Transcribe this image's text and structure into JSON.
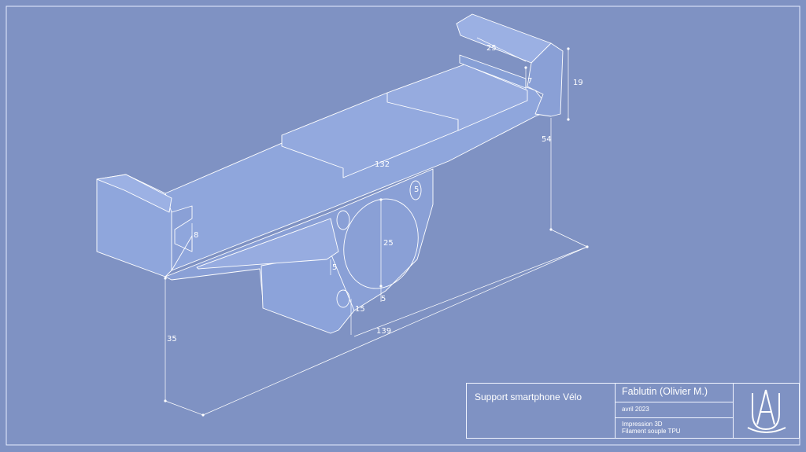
{
  "title_block": {
    "title": "Support smartphone Vélo",
    "author": "Fablutin (Olivier M.)",
    "date": "avril 2023",
    "notes": [
      "Impression 3D",
      "Filament souple TPU"
    ]
  },
  "dimensions": {
    "d25_top": "25",
    "d7": "7",
    "d19": "19",
    "d54": "54",
    "d132": "132",
    "d5_small": "5",
    "d8": "8",
    "d25_circle": "25",
    "d5_left": "5",
    "d5_right": "5",
    "d15": "15",
    "d35": "35",
    "d139": "139"
  },
  "colors": {
    "background": "#7f92c3",
    "face": "#8fa6dc",
    "line": "#ffffff"
  },
  "logo_icon": "university-logo-icon"
}
